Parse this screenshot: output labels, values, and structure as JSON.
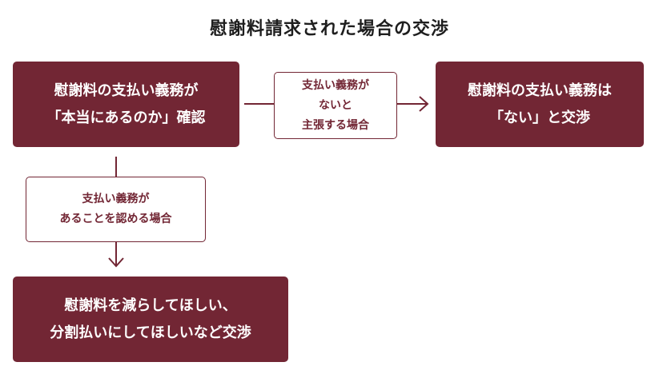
{
  "title": "慰謝料請求された場合の交渉",
  "nodes": {
    "main": {
      "lines": [
        "慰謝料の支払い義務が",
        "「本当にあるのか」確認"
      ]
    },
    "right": {
      "lines": [
        "慰謝料の支払い義務は",
        "「ない」と交渉"
      ]
    },
    "bottom": {
      "lines": [
        "慰謝料を減らしてほしい、",
        "分割払いにしてほしいなど交渉"
      ]
    }
  },
  "edges": {
    "right": {
      "lines": [
        "支払い義務が",
        "ないと",
        "主張する場合"
      ]
    },
    "down": {
      "lines": [
        "支払い義務が",
        "あることを認める場合"
      ]
    }
  },
  "colors": {
    "accent": "#722634",
    "title": "#1e1e1e",
    "background": "#ffffff"
  }
}
